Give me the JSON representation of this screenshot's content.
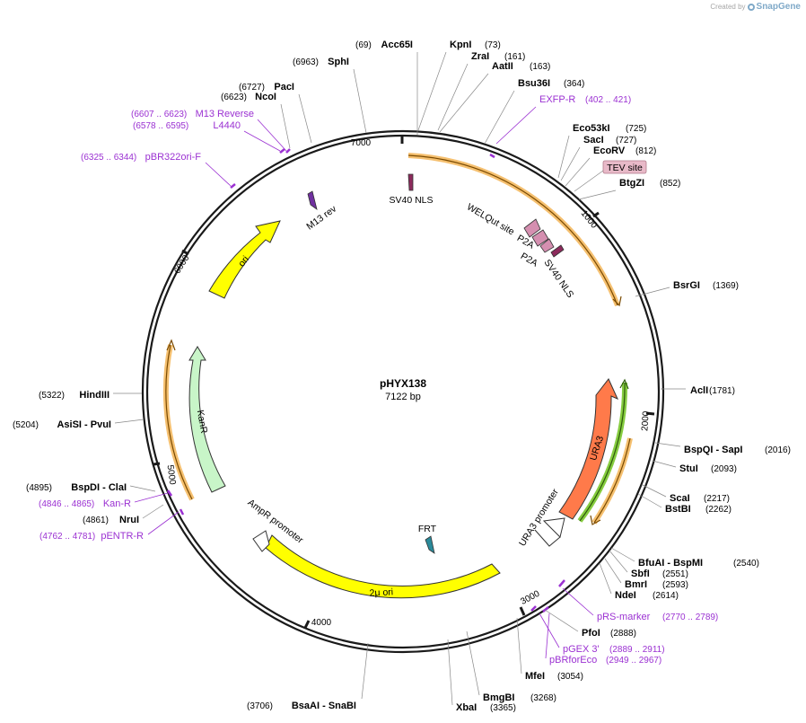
{
  "credit": {
    "prefix": "Created by",
    "brand": "SnapGene"
  },
  "plasmid": {
    "name": "pHYX138",
    "length": "7122 bp"
  },
  "ticks": [
    "1000",
    "2000",
    "3000",
    "4000",
    "5000",
    "6000",
    "7000"
  ],
  "sites": [
    {
      "num": "(69)",
      "name": "Acc65I"
    },
    {
      "num": "(73)",
      "name": "KpnI"
    },
    {
      "num": "(161)",
      "name": "ZraI"
    },
    {
      "num": "(163)",
      "name": "AatII"
    },
    {
      "num": "(364)",
      "name": "Bsu36I"
    },
    {
      "num": "(725)",
      "name": "Eco53kI"
    },
    {
      "num": "(727)",
      "name": "SacI"
    },
    {
      "num": "(812)",
      "name": "EcoRV"
    },
    {
      "num": "(852)",
      "name": "BtgZI"
    },
    {
      "num": "(1369)",
      "name": "BsrGI"
    },
    {
      "num": "(1781)",
      "name": "AclI"
    },
    {
      "num": "(2016)",
      "name": "BspQI  - SapI"
    },
    {
      "num": "(2093)",
      "name": "StuI"
    },
    {
      "num": "(2217)",
      "name": "ScaI"
    },
    {
      "num": "(2262)",
      "name": "BstBI"
    },
    {
      "num": "(2540)",
      "name": "BfuAI  - BspMI"
    },
    {
      "num": "(2551)",
      "name": "SbfI"
    },
    {
      "num": "(2593)",
      "name": "BmrI"
    },
    {
      "num": "(2614)",
      "name": "NdeI"
    },
    {
      "num": "(2888)",
      "name": "PfoI"
    },
    {
      "num": "(3054)",
      "name": "MfeI"
    },
    {
      "num": "(3268)",
      "name": "BmgBI"
    },
    {
      "num": "(3365)",
      "name": "XbaI"
    },
    {
      "num": "(3706)",
      "name": "BsaAI  - SnaBI"
    },
    {
      "num": "(4861)",
      "name": "NruI"
    },
    {
      "num": "(4895)",
      "name": "BspDI  - ClaI"
    },
    {
      "num": "(5204)",
      "name": "AsiSI  - PvuI"
    },
    {
      "num": "(5322)",
      "name": "HindIII"
    },
    {
      "num": "(6623)",
      "name": "NcoI"
    },
    {
      "num": "(6727)",
      "name": "PacI"
    },
    {
      "num": "(6963)",
      "name": "SphI"
    }
  ],
  "primers": [
    {
      "name": "EXFP-R",
      "range": "(402 .. 421)"
    },
    {
      "name": "pRS-marker",
      "range": "(2770 .. 2789)"
    },
    {
      "name": "pGEX 3'",
      "range": "(2889 .. 2911)"
    },
    {
      "name": "pBRforEco",
      "range": "(2949 .. 2967)"
    },
    {
      "name": "pENTR-R",
      "range": "(4762 .. 4781)"
    },
    {
      "name": "Kan-R",
      "range": "(4846 .. 4865)"
    },
    {
      "name": "pBR322ori-F",
      "range": "(6325 .. 6344)"
    },
    {
      "name": "L4440",
      "range": "(6578 .. 6595)"
    },
    {
      "name": "M13 Reverse",
      "range": "(6607 .. 6623)"
    }
  ],
  "features": [
    {
      "name": "ori"
    },
    {
      "name": "KanR"
    },
    {
      "name": "URA3"
    },
    {
      "name": "2μ ori"
    },
    {
      "name": "AmpR promoter"
    },
    {
      "name": "URA3 promoter"
    },
    {
      "name": "FRT"
    },
    {
      "name": "M13 rev"
    },
    {
      "name": "SV40 NLS"
    },
    {
      "name": "WELQut site"
    },
    {
      "name": "P2A"
    },
    {
      "name": "P2A"
    },
    {
      "name": "SV40 NLS"
    },
    {
      "name": "TEV site"
    }
  ],
  "colors": {
    "backbone": "#1a1a1a",
    "ori": "#ffff00",
    "kanr": "#c8f5c8",
    "ura3": "#ff7a4a",
    "two_micron": "#ffff00",
    "orf": "#f5c070",
    "green_orf": "#86cc40",
    "primer": "#9b31d2",
    "nls": "#8c2a5c",
    "p2a": "#d58fb0",
    "frt": "#2a8a9a",
    "m13": "#7030a0",
    "tev": "#e8b9c8"
  }
}
